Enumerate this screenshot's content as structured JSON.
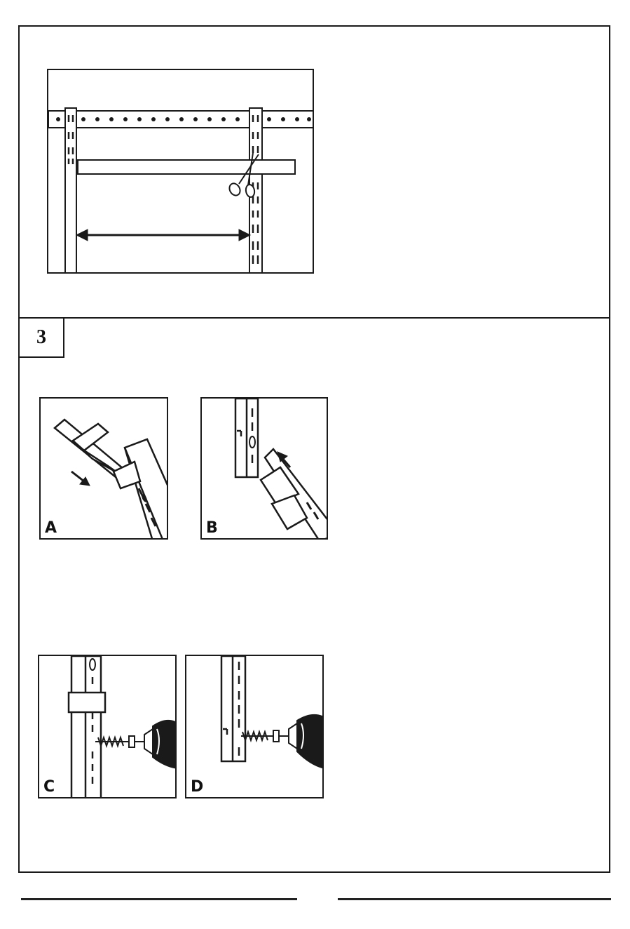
{
  "step": {
    "number": "3"
  },
  "panels": [
    {
      "id": "A",
      "label": "A"
    },
    {
      "id": "B",
      "label": "B"
    },
    {
      "id": "C",
      "label": "C"
    },
    {
      "id": "D",
      "label": "D"
    }
  ],
  "colors": {
    "ink": "#1a1a1a",
    "paper": "#ffffff"
  },
  "icons": [
    "scissors-icon",
    "double-arrow-icon",
    "drill-icon",
    "screw-icon",
    "arrow-icon"
  ]
}
